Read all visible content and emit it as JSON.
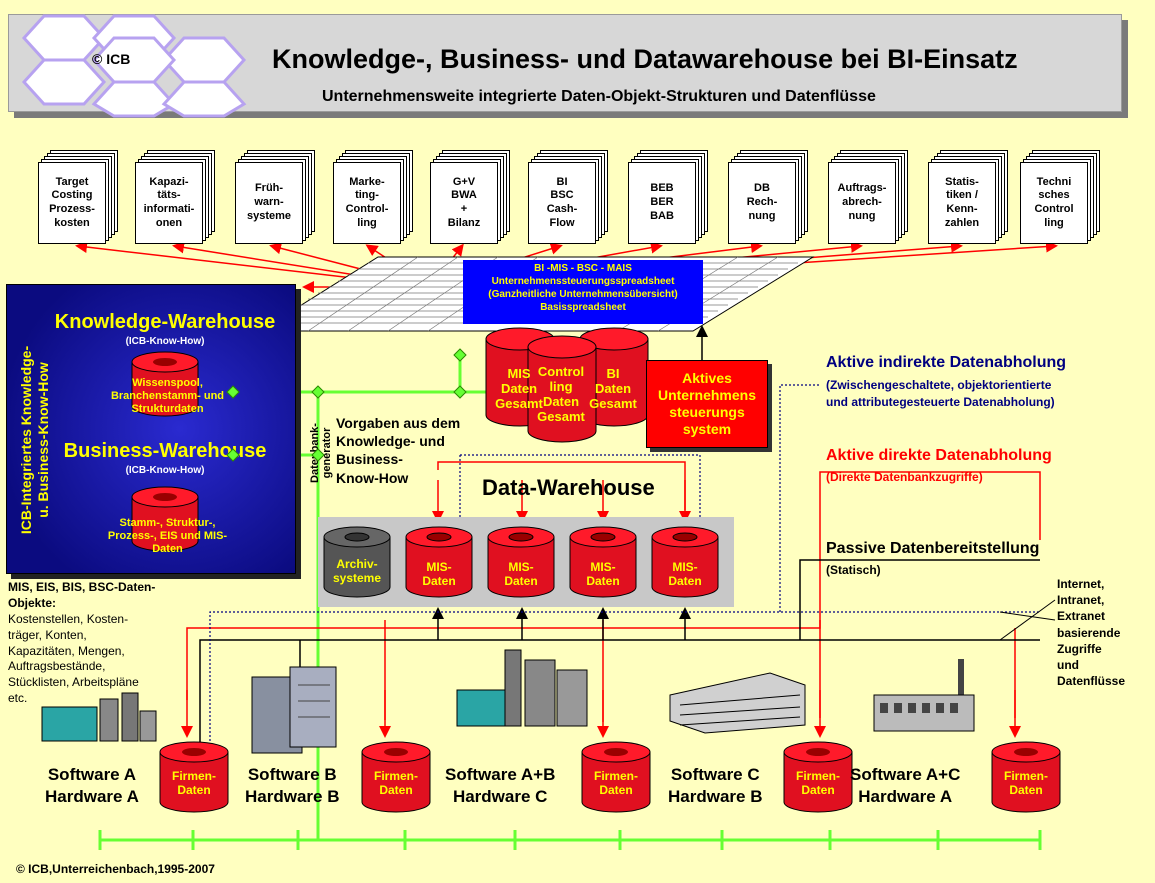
{
  "header": {
    "logo_text": "© ICB",
    "title": "Knowledge-, Business- und Datawarehouse bei BI-Einsatz",
    "subtitle": "Unternehmensweite integrierte Daten-Objekt-Strukturen und Datenflüsse"
  },
  "reports": [
    {
      "label": "Target\nCosting\nProzess-\nkosten"
    },
    {
      "label": "Kapazi-\ntäts-\ninformati-\nonen"
    },
    {
      "label": "Früh-\nwarn-\nsysteme"
    },
    {
      "label": "Marke-\nting-\nControl-\nling"
    },
    {
      "label": "G+V\nBWA\n+\nBilanz"
    },
    {
      "label": "BI\nBSC\nCash-\nFlow"
    },
    {
      "label": "BEB\nBER\nBAB"
    },
    {
      "label": "DB\nRech-\nnung"
    },
    {
      "label": "Auftrags-\nabrech-\nnung"
    },
    {
      "label": "Statis-\ntiken /\nKenn-\nzahlen"
    },
    {
      "label": "Techni\nsches\nControl\nling"
    }
  ],
  "spreadsheet": {
    "line1": "BI -MIS - BSC - MAIS",
    "line2": "Unternehmenssteuerungsspreadsheet",
    "line3": "(Ganzheitliche Unternehmensübersicht)",
    "line4": "Basisspreadsheet"
  },
  "left_panel": {
    "vertical_label": "ICB-Integriertes Knowledge-\nu. Business-Know-How",
    "knowledge_title": "Knowledge-Warehouse",
    "knowledge_sub": "(ICB-Know-How)",
    "knowledge_db": "Wissenspool,\nBranchenstamm- und\nStrukturdaten",
    "business_title": "Business-Warehouse",
    "business_sub": "(ICB-Know-How)",
    "business_db": "Stamm-, Struktur-,\nProzess-, EIS und MIS-\nDaten"
  },
  "generator_label": "Datenbank-\ngenerator",
  "center_dbs": {
    "left": "MIS\nDaten\nGesamt",
    "middle": "Control\nling\nDaten\nGesamt",
    "right": "BI\nDaten\nGesamt"
  },
  "aktives_system": "Aktives\nUnternehmens\nsteuerungs\nsystem",
  "vorgaben": "Vorgaben aus dem\nKnowledge- und\nBusiness-\nKnow-How",
  "datawarehouse": {
    "title": "Data-Warehouse",
    "archiv": "Archiv-\nsysteme",
    "mis": [
      "MIS-\nDaten",
      "MIS-\nDaten",
      "MIS-\nDaten",
      "MIS-\nDaten"
    ]
  },
  "legend": {
    "indirect_title": "Aktive indirekte Datenabholung",
    "indirect_sub": "(Zwischengeschaltete, objektorientierte\nund attributegesteuerte Datenabholung)",
    "direct_title": "Aktive direkte Datenabholung",
    "direct_sub": "(Direkte Datenbankzugriffe)",
    "passive_title": "Passive Datenbereitstellung",
    "passive_sub": "(Statisch)",
    "internet": "Internet,\nIntranet,\nExtranet\nbasierende\nZugriffe\nund\nDatenflüsse"
  },
  "objects": {
    "title": "MIS, EIS, BIS, BSC-Daten-\nObjekte:",
    "text": "Kostenstellen, Kosten-\nträger, Konten,\nKapazitäten, Mengen,\nAuftragsbestände,\nStücklisten, Arbeitspläne\netc."
  },
  "systems": [
    {
      "label": "Software A\nHardware A",
      "db": "Firmen-\nDaten"
    },
    {
      "label": "Software B\nHardware B",
      "db": "Firmen-\nDaten"
    },
    {
      "label": "Software A+B\nHardware C",
      "db": "Firmen-\nDaten"
    },
    {
      "label": "Software C\nHardware B",
      "db": "Firmen-\nDaten"
    },
    {
      "label": "Software A+C\nHardware A",
      "db": "Firmen-\nDaten"
    }
  ],
  "copyright": "© ICB,Unterreichenbach,1995-2007",
  "colors": {
    "background": "#ffffc0",
    "red": "#ff0000",
    "green": "#66ff33",
    "navy": "#000080",
    "blue_box": "#0000ff"
  }
}
